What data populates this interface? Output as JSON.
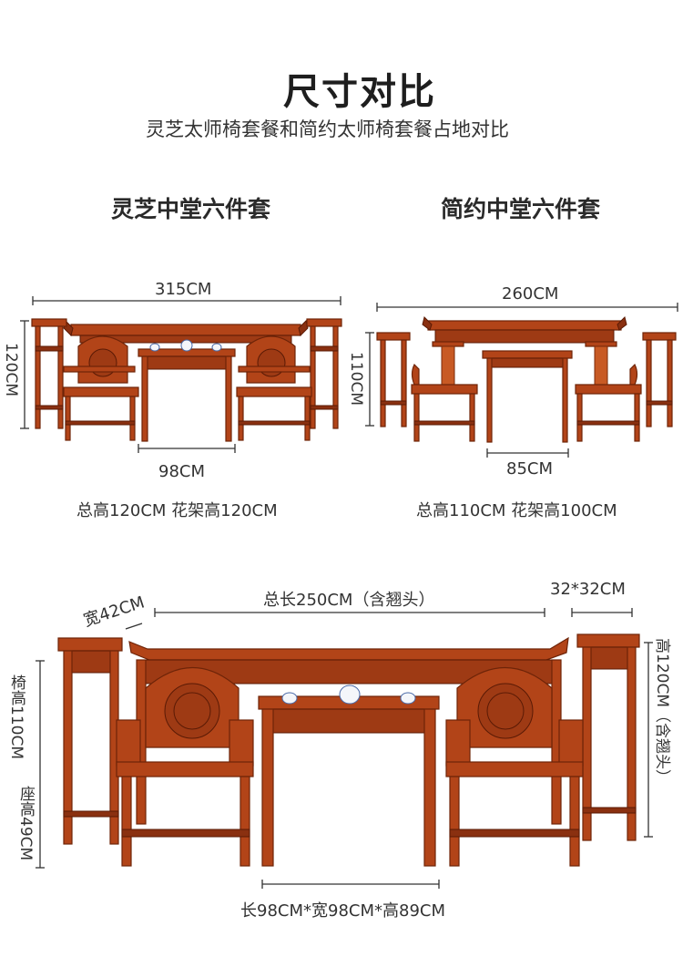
{
  "page": {
    "title": "尺寸对比",
    "subtitle": "灵芝太师椅套餐和简约太师椅套餐占地对比"
  },
  "left_set": {
    "title": "灵芝中堂六件套",
    "width_label": "315CM",
    "height_label": "120CM",
    "table_label": "98CM",
    "note": "总高120CM   花架高120CM"
  },
  "right_set": {
    "title": "简约中堂六件套",
    "width_label": "260CM",
    "height_label": "110CM",
    "table_label": "85CM",
    "note": "总高110CM   花架高100CM"
  },
  "detail": {
    "total_length": "总长250CM（含翘头）",
    "depth": "宽42CM",
    "stand_size": "32*32CM",
    "altar_height": "高120CM（含翘头）",
    "chair_height": "椅高110CM",
    "seat_height": "座高49CM",
    "table_size": "长98CM*宽98CM*高89CM"
  },
  "colors": {
    "wood": "#b24418",
    "wood_dark": "#6e2408",
    "porcelain": "#4a6aa8",
    "background": "#ffffff"
  }
}
